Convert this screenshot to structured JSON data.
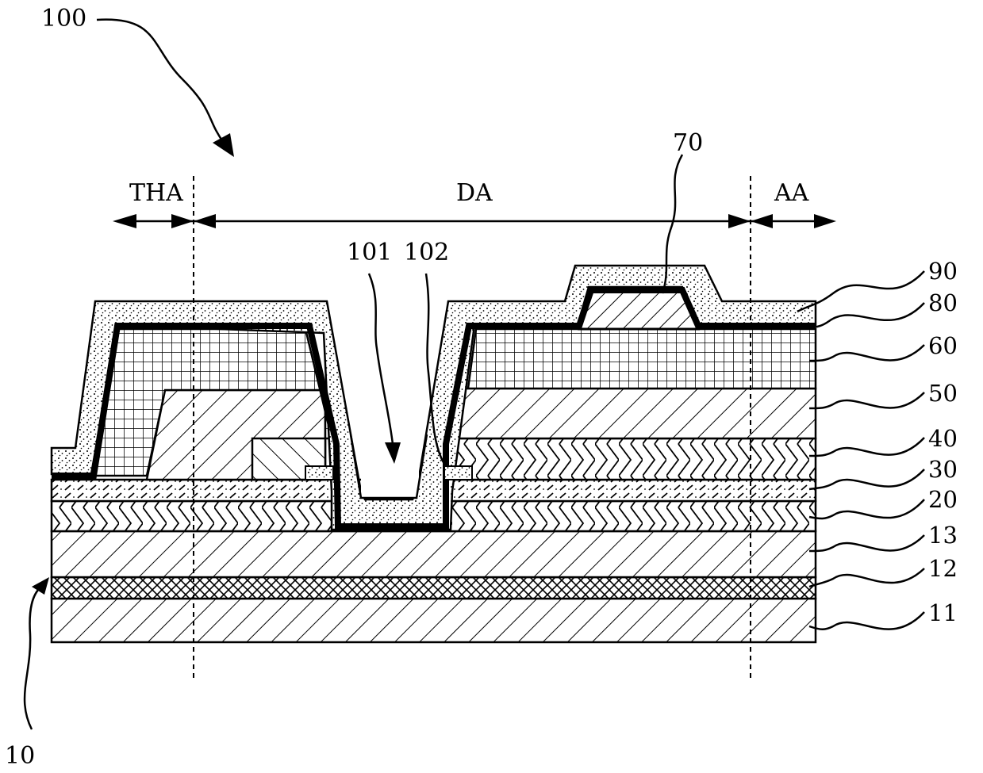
{
  "figure": {
    "ref_main": "100",
    "ref_substrate": "10",
    "regions": {
      "tha": "THA",
      "da": "DA",
      "aa": "AA"
    },
    "callouts": {
      "groove": "101",
      "groove_side": "102",
      "spacer": "70"
    },
    "layers": {
      "l90": "90",
      "l80": "80",
      "l60": "60",
      "l50": "50",
      "l40": "40",
      "l30": "30",
      "l20": "20",
      "l13": "13",
      "l12": "12",
      "l11": "11"
    }
  }
}
